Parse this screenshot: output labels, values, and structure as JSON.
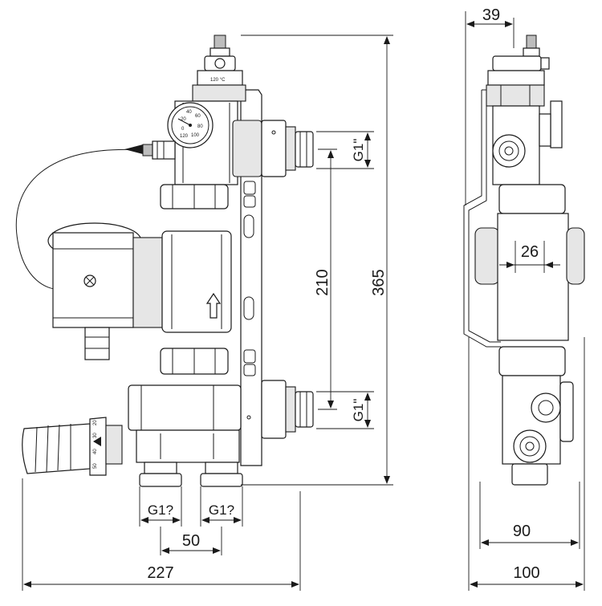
{
  "front_view": {
    "dim_overall_height": "365",
    "dim_connection_spacing": "210",
    "dim_thread_upper": "G1\"",
    "dim_thread_lower": "G1\"",
    "dim_bottom_thread_left": "G1?",
    "dim_bottom_thread_right": "G1?",
    "dim_bottom_spacing": "50",
    "dim_overall_width": "227",
    "thermometer_marks": [
      "0",
      "20",
      "40",
      "60",
      "80",
      "100",
      "120"
    ],
    "vent_label": "120 °C",
    "knob_marks": [
      "20",
      "30",
      "40",
      "50"
    ]
  },
  "side_view": {
    "dim_top_offset": "39",
    "dim_pump_offset": "26",
    "dim_depth_inner": "90",
    "dim_depth_overall": "100"
  },
  "colors": {
    "line": "#1a1a1a",
    "fill_light": "#e6e6e6",
    "fill_mid": "#bdbdbd",
    "background": "#ffffff"
  }
}
